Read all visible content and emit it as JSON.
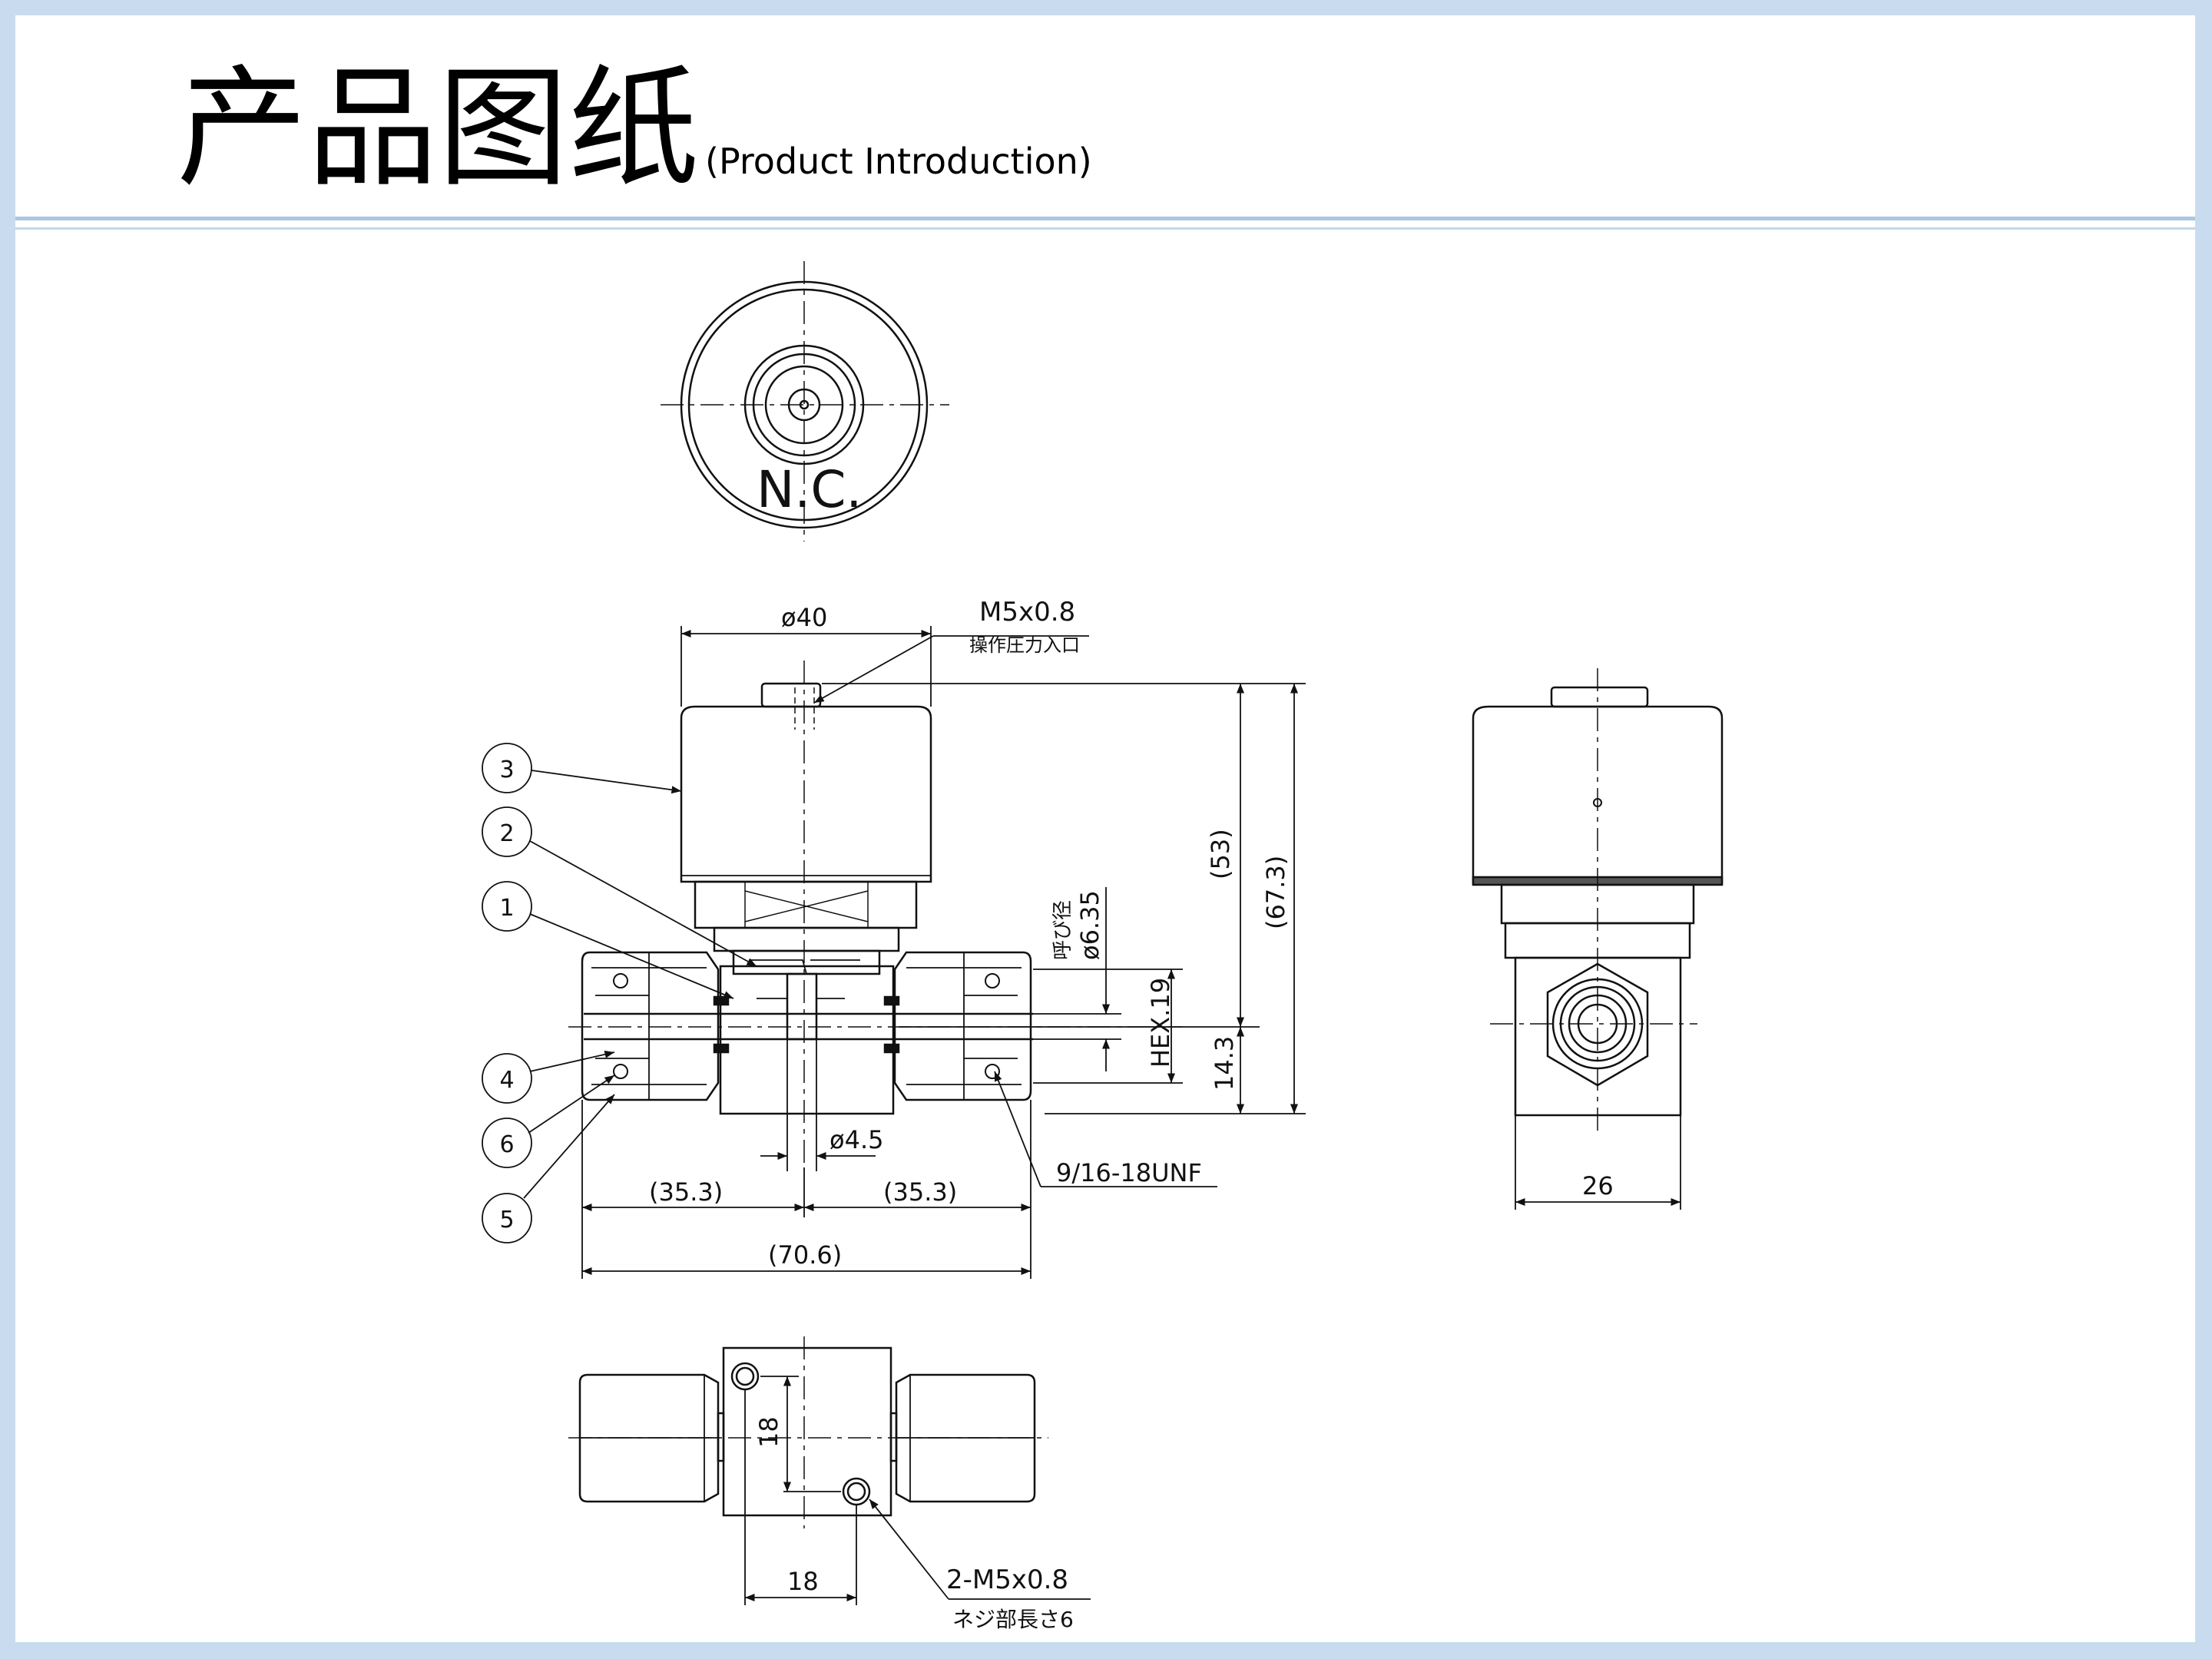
{
  "header": {
    "title_zh": "产品图纸",
    "title_en": "(Product Introduction)"
  },
  "drawing": {
    "top_view": {
      "mark": "N.C."
    },
    "front_view": {
      "dims": {
        "dia_40": "ø40",
        "port_thread": "M5x0.8",
        "port_note": "操作圧力入口",
        "dim_53": "(53)",
        "dim_67_3": "(67.3)",
        "nominal_label": "呼び径",
        "tube_dia": "ø6.35",
        "hex": "HEX.19",
        "dim_14_3": "14.3",
        "bore": "ø4.5",
        "thread": "9/16-18UNF",
        "half_left": "(35.3)",
        "half_right": "(35.3)",
        "total": "(70.6)"
      },
      "balloons": [
        "1",
        "2",
        "3",
        "4",
        "5",
        "6"
      ]
    },
    "side_view": {
      "width_dim": "26"
    },
    "bottom_view": {
      "dim_v": "18",
      "dim_h": "18",
      "tap_thread": "2-M5x0.8",
      "tap_note": "ネジ部長さ6"
    }
  }
}
